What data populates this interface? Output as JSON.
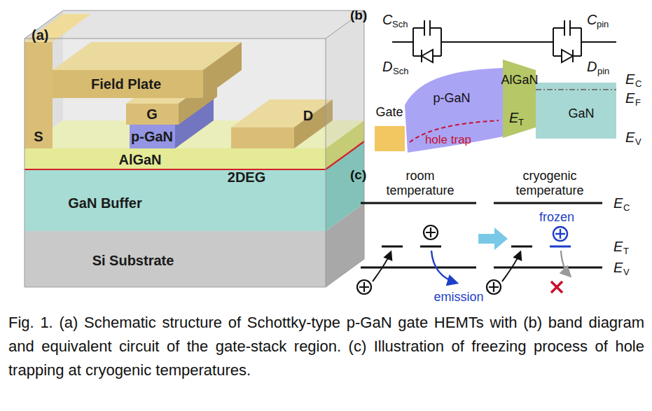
{
  "diagram": {
    "caption": "Fig. 1. (a) Schematic structure of Schottky-type p-GaN gate HEMTs with (b) band diagram and equivalent circuit of the gate-stack region. (c) Illustration of freezing process of hole trapping at cryogenic temperatures.",
    "labels": [
      "(a)",
      "Field Plate",
      "G",
      "p-GaN",
      "AlGaN",
      "S",
      "D",
      "2DEG",
      "GaN Buffer",
      "Si Substrate",
      "(b)",
      "C",
      "Sch",
      "C",
      "pin",
      "D",
      "Sch",
      "D",
      "pin",
      "Gate",
      "p-GaN",
      "AlGaN",
      "GaN",
      "hole trap",
      "E",
      "C",
      "E",
      "F",
      "E",
      "T",
      "E",
      "V",
      "(c)",
      "room temperature",
      "cryogenic temperature",
      "frozen",
      "emission",
      "E",
      "C",
      "E",
      "T",
      "E",
      "V"
    ]
  }
}
